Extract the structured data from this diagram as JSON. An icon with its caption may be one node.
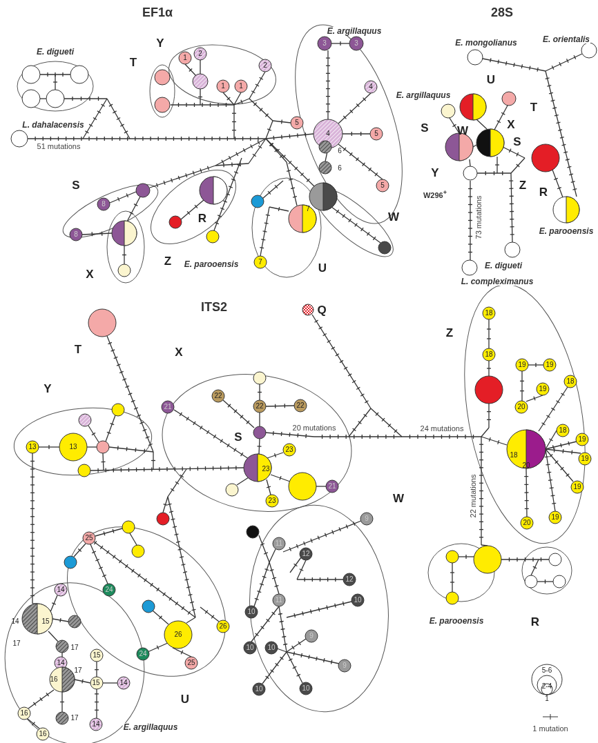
{
  "diagram": {
    "labels": [
      "EF1α",
      "28S",
      "E. argillaquus",
      "Y",
      "3",
      "3",
      "E. mongolianus",
      "E. orientalis",
      "E. digueti",
      "T",
      "1",
      "2",
      "2",
      "1",
      "1",
      "4",
      "E. argillaquus",
      "U",
      "T",
      "L. dahalacensis",
      "5",
      "4",
      "5",
      "S",
      "W",
      "X",
      "S",
      "51 mutations",
      "6",
      "6",
      "S",
      "5",
      "Y",
      "W296$^{+}$",
      "Z",
      "R",
      "8",
      "R",
      "7",
      "W",
      "73 mutations",
      "8",
      "E. parooensis",
      "X",
      "Z",
      "E. parooensis",
      "7",
      "U",
      "E. digueti",
      "L. compleximanus",
      "ITS2",
      "Q",
      "18",
      "Z",
      "T",
      "X",
      "18",
      "19",
      "19",
      "Y",
      "19",
      "18",
      "21",
      "22",
      "22",
      "22",
      "20",
      "S",
      "20 mutations",
      "24 mutations",
      "18",
      "19",
      "13",
      "13",
      "23",
      "23",
      "18",
      "20",
      "19",
      "23",
      "21",
      "W",
      "22 mutations",
      "19",
      "9",
      "20",
      "19",
      "25",
      "11",
      "12",
      "12",
      "14",
      "24",
      "11",
      "10",
      "10",
      "14",
      "15",
      "26",
      "26",
      "9",
      "E. parooensis",
      "R",
      "17",
      "17",
      "15",
      "24",
      "10",
      "10",
      "14",
      "17",
      "25",
      "9",
      "16",
      "15",
      "14",
      "10",
      "10",
      "U",
      "16",
      "17",
      "14",
      "E. argillaquus",
      "16"
    ],
    "legend": [
      {
        "text": "5-6"
      },
      {
        "text": "2-4"
      },
      {
        "text": "1"
      },
      {
        "text": "1 mutation"
      }
    ]
  }
}
